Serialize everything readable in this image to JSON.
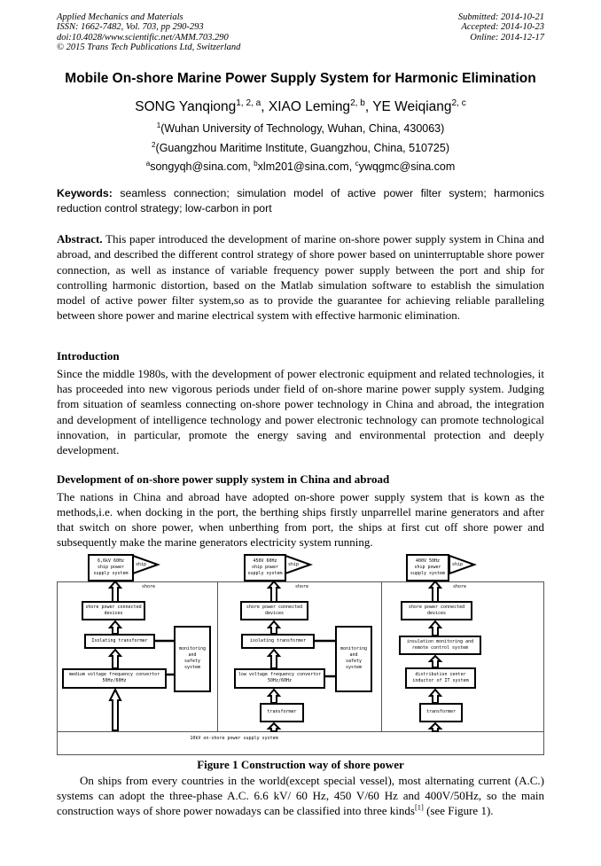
{
  "header": {
    "left": [
      "Applied Mechanics and Materials",
      "ISSN: 1662-7482, Vol. 703, pp 290-293",
      "doi:10.4028/www.scientific.net/AMM.703.290",
      "© 2015 Trans Tech Publications Ltd, Switzerland"
    ],
    "right": [
      "Submitted: 2014-10-21",
      "Accepted: 2014-10-23",
      "Online: 2014-12-17"
    ]
  },
  "title": "Mobile On-shore Marine Power Supply System for Harmonic Elimination",
  "authors": [
    {
      "name": "SONG Yanqiong",
      "sup": "1, 2, a"
    },
    {
      "name": "XIAO Leming",
      "sup": "2, b"
    },
    {
      "name": "YE Weiqiang",
      "sup": "2, c"
    }
  ],
  "affiliations": [
    {
      "sup": "1",
      "text": "(Wuhan University of Technology, Wuhan, China, 430063)"
    },
    {
      "sup": "2",
      "text": "(Guangzhou Maritime Institute, Guangzhou, China, 510725)"
    }
  ],
  "emails": [
    {
      "sup": "a",
      "text": "songyqh@sina.com"
    },
    {
      "sup": "b",
      "text": "xlm201@sina.com"
    },
    {
      "sup": "c",
      "text": "ywqgmc@sina.com"
    }
  ],
  "keywords": {
    "label": "Keywords:",
    "text": " seamless connection; simulation model of active power filter system; harmonics reduction control strategy; low-carbon in port"
  },
  "abstract": {
    "label": "Abstract.",
    "text": " This paper introduced the development of marine on-shore power supply system in China and abroad, and described the different control strategy of shore power based on uninterruptable shore power connection, as well as instance of variable frequency power supply between the port and ship for controlling harmonic distortion, based on the Matlab simulation software to establish the simulation model of active power filter system,so as to provide the guarantee for achieving reliable paralleling between shore power and marine electrical system with effective harmonic elimination."
  },
  "sections": [
    {
      "heading": "Introduction",
      "text": "Since the middle 1980s, with the development of power electronic equipment and related technologies, it has proceeded into new vigorous periods under field of on-shore marine power supply system. Judging from situation of seamless connecting on-shore power technology in China and abroad, the integration and development of intelligence technology and power electronic technology can promote technological innovation, in particular, promote the energy saving and environmental protection and deeply development."
    },
    {
      "heading": "Development of on-shore power supply system in China and abroad",
      "text": "The nations in China and abroad have adopted on-shore power supply system that is kown as the methods,i.e. when docking in the port, the berthing ships firstly unparrellel marine generators and after that switch on shore power, when unberthing from port, the ships at first cut off shore power and subsequently make the marine generators electricity system running."
    }
  ],
  "figure": {
    "caption": "Figure 1 Construction way of shore power",
    "ship_label": "ship",
    "shore_label": "shore",
    "bottom": "10kV on-shore power supply system",
    "col1": {
      "ship": [
        "6,6kV 60Hz",
        "ship power",
        "supply system"
      ],
      "devices": [
        "shore power connected",
        "devices"
      ],
      "transformer": "Isolating transformer",
      "monitor": [
        "monitoring",
        "and",
        "safety",
        "system"
      ],
      "converter": [
        "medium voltage frequency convertor",
        "50Hz/60Hz"
      ]
    },
    "col2": {
      "ship": [
        "450V 60Hz",
        "ship power",
        "supply system"
      ],
      "devices": [
        "shore power connected",
        "devices"
      ],
      "transformer": "isolating transformer",
      "monitor": [
        "monitoring",
        "and",
        "safety",
        "system"
      ],
      "converter": [
        "low voltage frequency convertor",
        "50Hz/60Hz"
      ],
      "bottom": "transformer"
    },
    "col3": {
      "ship": [
        "400V 50Hz",
        "ship power",
        "supply system"
      ],
      "devices": [
        "shore power connected",
        "devices"
      ],
      "insulation": [
        "insulation monitoring and",
        "remote control system"
      ],
      "distribution": [
        "distribution center",
        "inductor of IT system"
      ],
      "bottom": "transformer"
    }
  },
  "final": {
    "text": "On ships from every countries in the world(except special vessel), most alternating current (A.C.) systems can adopt the three-phase A.C. 6.6 kV/ 60 Hz, 450 V/60 Hz and 400V/50Hz, so the main construction ways of shore power nowadays can be classified into three kinds",
    "ref": "[1]",
    "tail": " (see Figure 1)."
  }
}
